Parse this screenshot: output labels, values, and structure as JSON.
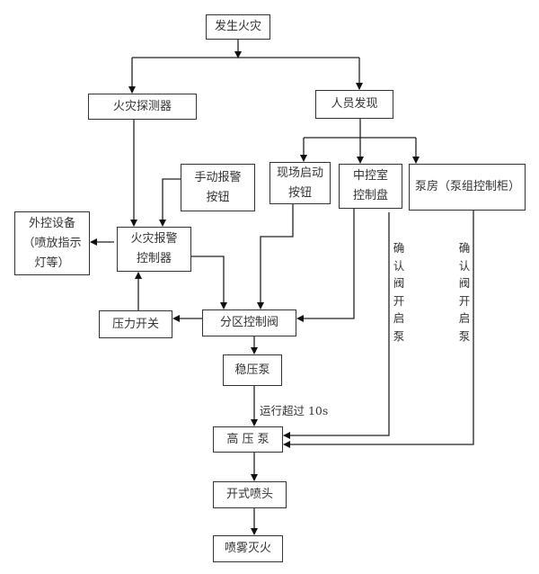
{
  "diagram": {
    "type": "flowchart",
    "nodes": {
      "fire": "发生火灾",
      "detector": "火灾探测器",
      "people": "人员发现",
      "manual_alarm": "手动报警按钮",
      "onsite_button": "现场启动按钮",
      "control_room": "中控室控制盘",
      "pump_room": "泵房（泵组控制柜）",
      "external_devices": "外控设备（喷放指示灯等）",
      "alarm_controller": "火灾报警控制器",
      "pressure_switch": "压力开关",
      "zone_valve": "分区控制阀",
      "jockey_pump": "稳压泵",
      "high_pressure_pump": "高 压 泵",
      "open_nozzle": "开式喷头",
      "mist_extinguish": "喷雾灭火"
    },
    "edge_labels": {
      "jockey_to_hp": "运行超过 10s",
      "control_room_confirm": "确认阀开启泵",
      "pump_room_confirm": "确认阀开启泵"
    },
    "edges": [
      [
        "fire",
        "detector"
      ],
      [
        "fire",
        "people"
      ],
      [
        "people",
        "onsite_button"
      ],
      [
        "people",
        "control_room"
      ],
      [
        "people",
        "pump_room"
      ],
      [
        "detector",
        "alarm_controller"
      ],
      [
        "manual_alarm",
        "alarm_controller"
      ],
      [
        "alarm_controller",
        "external_devices"
      ],
      [
        "alarm_controller",
        "zone_valve"
      ],
      [
        "onsite_button",
        "zone_valve"
      ],
      [
        "control_room",
        "zone_valve"
      ],
      [
        "zone_valve",
        "pressure_switch"
      ],
      [
        "pressure_switch",
        "alarm_controller"
      ],
      [
        "zone_valve",
        "jockey_pump"
      ],
      [
        "jockey_pump",
        "high_pressure_pump"
      ],
      [
        "control_room",
        "high_pressure_pump"
      ],
      [
        "pump_room",
        "high_pressure_pump"
      ],
      [
        "high_pressure_pump",
        "open_nozzle"
      ],
      [
        "open_nozzle",
        "mist_extinguish"
      ]
    ]
  }
}
